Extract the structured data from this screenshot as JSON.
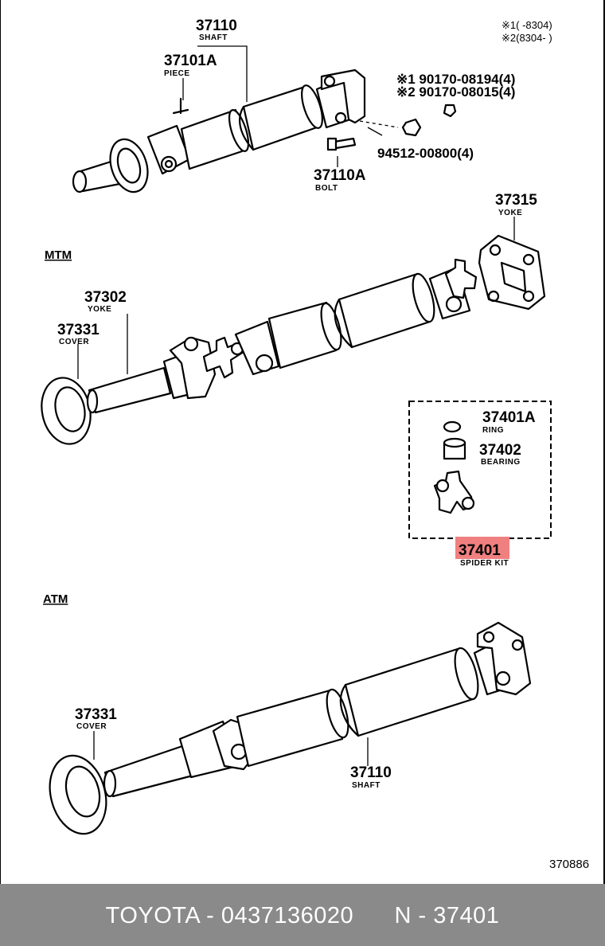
{
  "notes": {
    "note1": "※1(   -8304)",
    "note2": "※2(8304-   )"
  },
  "parts": {
    "shaft_top": {
      "number": "37110",
      "label": "SHAFT"
    },
    "piece": {
      "number": "37101A",
      "label": "PIECE"
    },
    "bolt_spec_1": "※1 90170-08194(4)",
    "bolt_spec_2": "※2 90170-08015(4)",
    "nut_spec": "94512-00800(4)",
    "bolt": {
      "number": "37110A",
      "label": "BOLT"
    },
    "yoke_37315": {
      "number": "37315",
      "label": "YOKE"
    },
    "yoke_37302": {
      "number": "37302",
      "label": "YOKE"
    },
    "cover_mtm": {
      "number": "37331",
      "label": "COVER"
    },
    "ring": {
      "number": "37401A",
      "label": "RING"
    },
    "bearing": {
      "number": "37402",
      "label": "BEARING"
    },
    "spider_kit": {
      "number": "37401",
      "label": "SPIDER KIT",
      "highlight_color": "#f08080"
    },
    "cover_atm": {
      "number": "37331",
      "label": "COVER"
    },
    "shaft_bottom": {
      "number": "37110",
      "label": "SHAFT"
    }
  },
  "sections": {
    "mtm": "MTM",
    "atm": "ATM"
  },
  "diagram_code": "370886",
  "footer": {
    "text": "TOYOTA - 0437136020      N - 37401"
  }
}
